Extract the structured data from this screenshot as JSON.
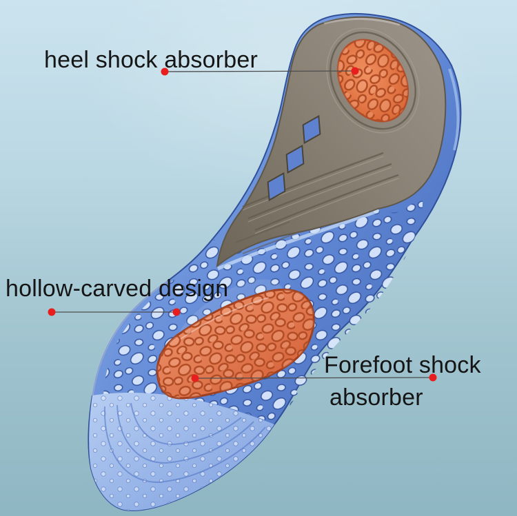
{
  "image": {
    "kind": "product-photo",
    "subject": "gel sports insole with shock-absorbing pads",
    "background_top": "#cbe3ee",
    "background_bottom": "#8eb6c2"
  },
  "annotations": {
    "heel_shock": {
      "label": "heel shock absorber"
    },
    "hollow_carved": {
      "label": "hollow-carved design"
    },
    "forefoot_shock": {
      "line1": "Forefoot shock",
      "line2": "absorber"
    }
  },
  "colors": {
    "label_text": "#151515",
    "leader_line": "#4c4c4c",
    "marker_dot": "#e81e1e",
    "gel_blue": "#6189d6",
    "pad_orange": "#df6f45",
    "shell_gray": "#8a8275"
  }
}
